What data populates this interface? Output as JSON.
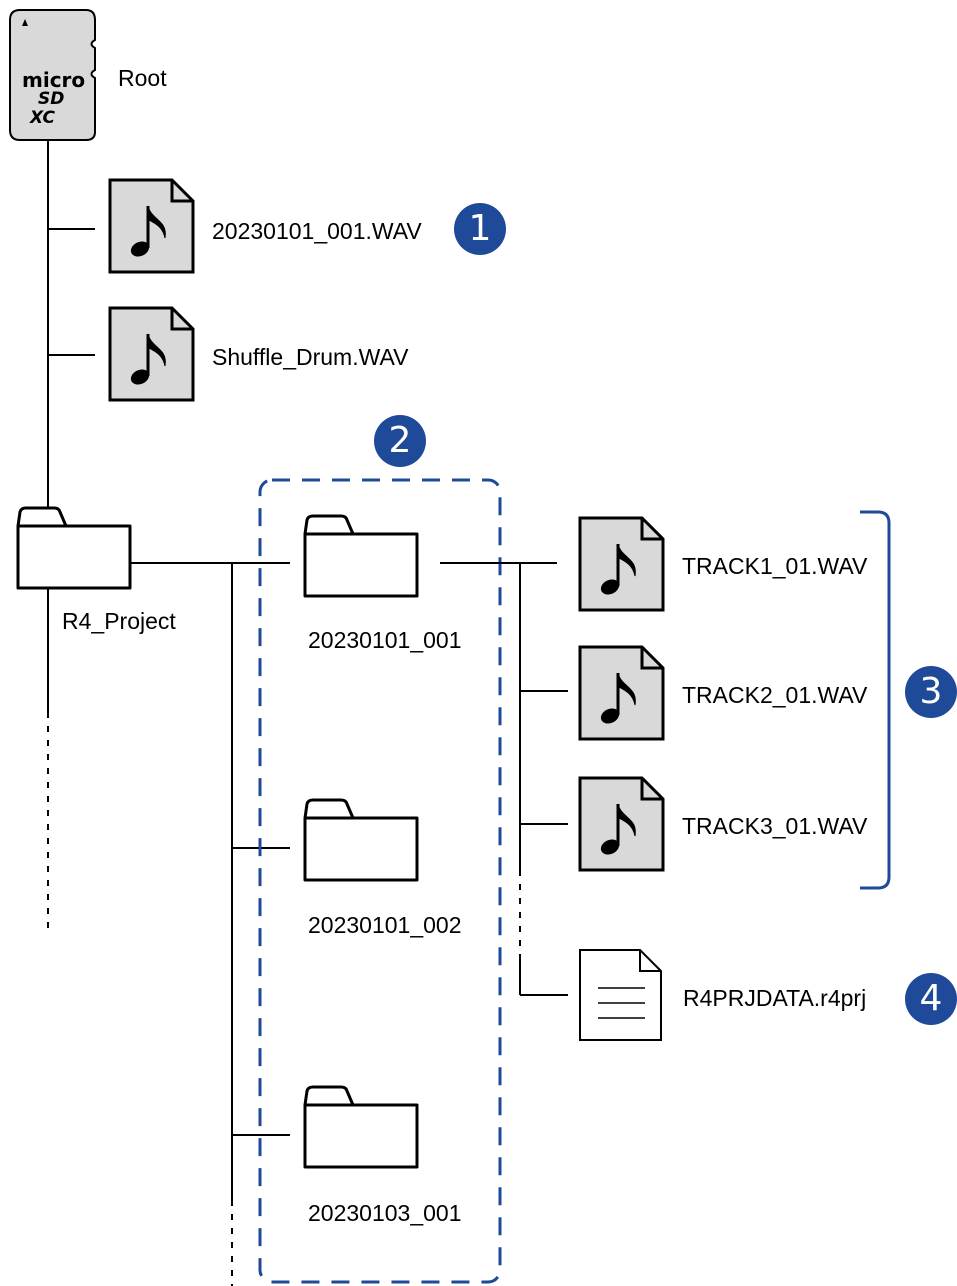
{
  "root": {
    "label": "Root",
    "card_text": {
      "top": "micro",
      "mid": "SD",
      "bottom": "XC"
    }
  },
  "root_files": [
    {
      "name": "20230101_001.WAV",
      "icon": "audio-file-icon"
    },
    {
      "name": "Shuffle_Drum.WAV",
      "icon": "audio-file-icon"
    }
  ],
  "project_folder": {
    "name": "R4_Project",
    "icon": "folder-icon"
  },
  "subfolders": [
    {
      "name": "20230101_001",
      "icon": "folder-icon"
    },
    {
      "name": "20230101_002",
      "icon": "folder-icon"
    },
    {
      "name": "20230103_001",
      "icon": "folder-icon"
    }
  ],
  "tracks": [
    {
      "name": "TRACK1_01.WAV",
      "icon": "audio-file-icon"
    },
    {
      "name": "TRACK2_01.WAV",
      "icon": "audio-file-icon"
    },
    {
      "name": "TRACK3_01.WAV",
      "icon": "audio-file-icon"
    }
  ],
  "project_data_file": {
    "name": "R4PRJDATA.r4prj",
    "icon": "document-file-icon"
  },
  "callouts": [
    "1",
    "2",
    "3",
    "4"
  ],
  "colors": {
    "accent": "#1f4a9a",
    "line": "#000000",
    "file_fill": "#d9d9d9",
    "card_fill": "#d9d9d9"
  }
}
